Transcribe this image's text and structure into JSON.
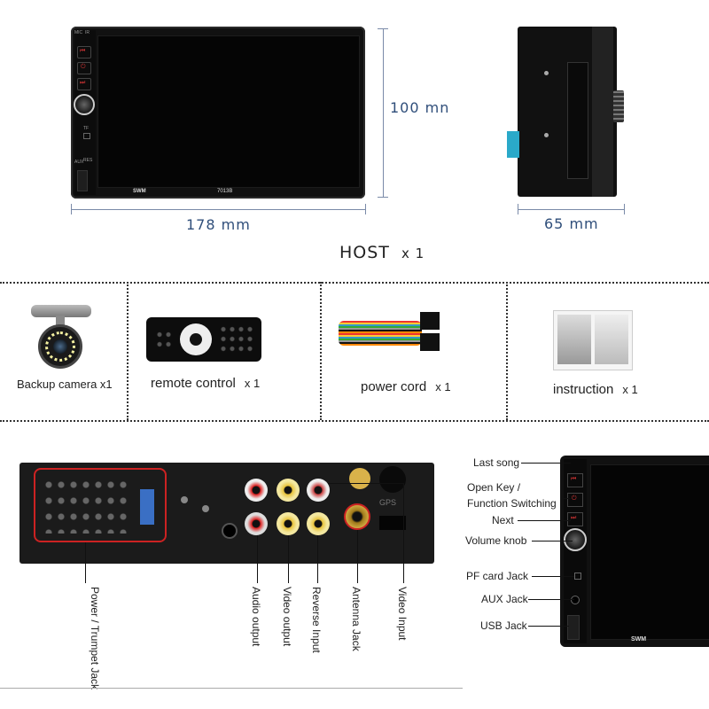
{
  "host": {
    "brand": "SWM",
    "model": "7013B",
    "width_label": "178 mm",
    "height_label": "100 mn",
    "depth_label": "65 mm",
    "title": "HOST",
    "count": "x 1",
    "front_buttons": [
      "MIC",
      "IR",
      "RES",
      "AUX",
      "TF"
    ]
  },
  "accessories": [
    {
      "name": "Backup camera x1",
      "count": ""
    },
    {
      "name": "remote control",
      "count": "x 1"
    },
    {
      "name": "power cord",
      "count": "x 1"
    },
    {
      "name": "instruction",
      "count": "x 1"
    }
  ],
  "rear_panel": {
    "gps_label": "GPS",
    "ports": [
      {
        "label": "Power / Trumpet Jack"
      },
      {
        "label": "Audio output"
      },
      {
        "label": "Video output"
      },
      {
        "label": "Reverse Input"
      },
      {
        "label": "Antenna Jack"
      },
      {
        "label": "Video Input"
      }
    ]
  },
  "front_panel": {
    "brand": "SWM",
    "callouts": [
      {
        "label": "Last song"
      },
      {
        "label": "Open Key /"
      },
      {
        "label": "Function Switching"
      },
      {
        "label": "Next"
      },
      {
        "label": "Volume knob"
      },
      {
        "label": "PF card Jack"
      },
      {
        "label": "AUX Jack"
      },
      {
        "label": "USB Jack"
      }
    ]
  }
}
